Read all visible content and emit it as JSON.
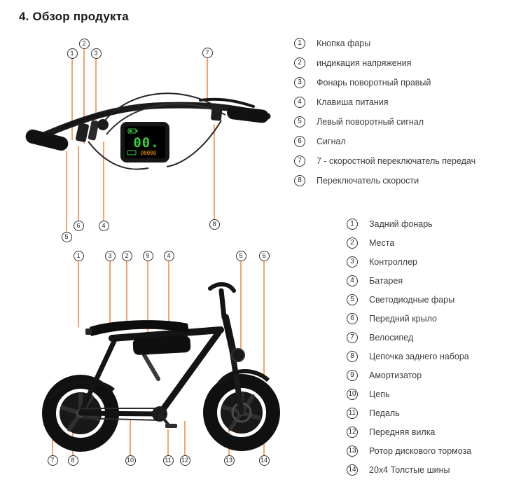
{
  "page": {
    "title": "4. Обзор продукта"
  },
  "colors": {
    "accent": "#F07020",
    "display_green": "#35D03C",
    "display_amber": "#FFA000",
    "text": "#3C3C3C",
    "title": "#1A1A1A"
  },
  "display": {
    "speed": "00.",
    "odometer": "00000"
  },
  "legend_handlebar": {
    "items": [
      {
        "num": "1",
        "label": "Кнопка фары"
      },
      {
        "num": "2",
        "label": "индикация напряжения"
      },
      {
        "num": "3",
        "label": "Фонарь поворотный правый"
      },
      {
        "num": "4",
        "label": "Клавиша питания"
      },
      {
        "num": "5",
        "label": "Левый поворотный сигнал"
      },
      {
        "num": "6",
        "label": "Сигнал"
      },
      {
        "num": "7",
        "label": "7 - скоростной переключатель передач"
      },
      {
        "num": "8",
        "label": "Переключатель скорости"
      }
    ]
  },
  "legend_bike": {
    "items": [
      {
        "num": "1",
        "label": "Задний фонарь"
      },
      {
        "num": "2",
        "label": "Места"
      },
      {
        "num": "3",
        "label": "Контроллер"
      },
      {
        "num": "4",
        "label": "Батарея"
      },
      {
        "num": "5",
        "label": "Светодиодные фары"
      },
      {
        "num": "6",
        "label": "Передний крыло"
      },
      {
        "num": "7",
        "label": "Велосипед"
      },
      {
        "num": "8",
        "label": "Цепочка заднего набора"
      },
      {
        "num": "9",
        "label": "Амортизатор"
      },
      {
        "num": "10",
        "label": "Цепь"
      },
      {
        "num": "11",
        "label": "Педаль"
      },
      {
        "num": "12",
        "label": "Передняя вилка"
      },
      {
        "num": "13",
        "label": "Ротор дискового тормоза"
      },
      {
        "num": "14",
        "label": "20x4 Толстые шины"
      }
    ]
  }
}
